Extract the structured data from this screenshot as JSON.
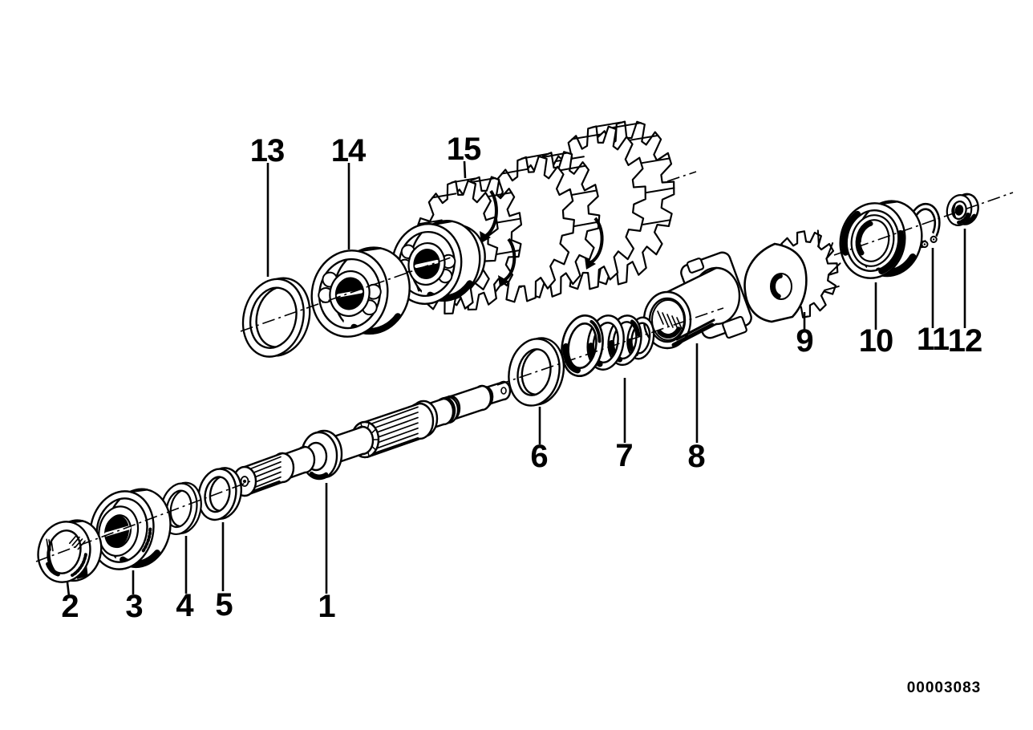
{
  "diagram_type": "exploded-parts-diagram",
  "subject": "Transmission output shaft assembly: shaft, gear cluster, bearings, washers, spring-washer stack, coupling sleeve, bevel pinion, circlip and nuts",
  "colors": {
    "ink": "#000000",
    "background": "#ffffff"
  },
  "diagram_id": "00003083",
  "callouts": [
    {
      "label": "1"
    },
    {
      "label": "2"
    },
    {
      "label": "3"
    },
    {
      "label": "4"
    },
    {
      "label": "5"
    },
    {
      "label": "6"
    },
    {
      "label": "7"
    },
    {
      "label": "8"
    },
    {
      "label": "9"
    },
    {
      "label": "10"
    },
    {
      "label": "11"
    },
    {
      "label": "12"
    },
    {
      "label": "13"
    },
    {
      "label": "14"
    },
    {
      "label": "15"
    }
  ]
}
